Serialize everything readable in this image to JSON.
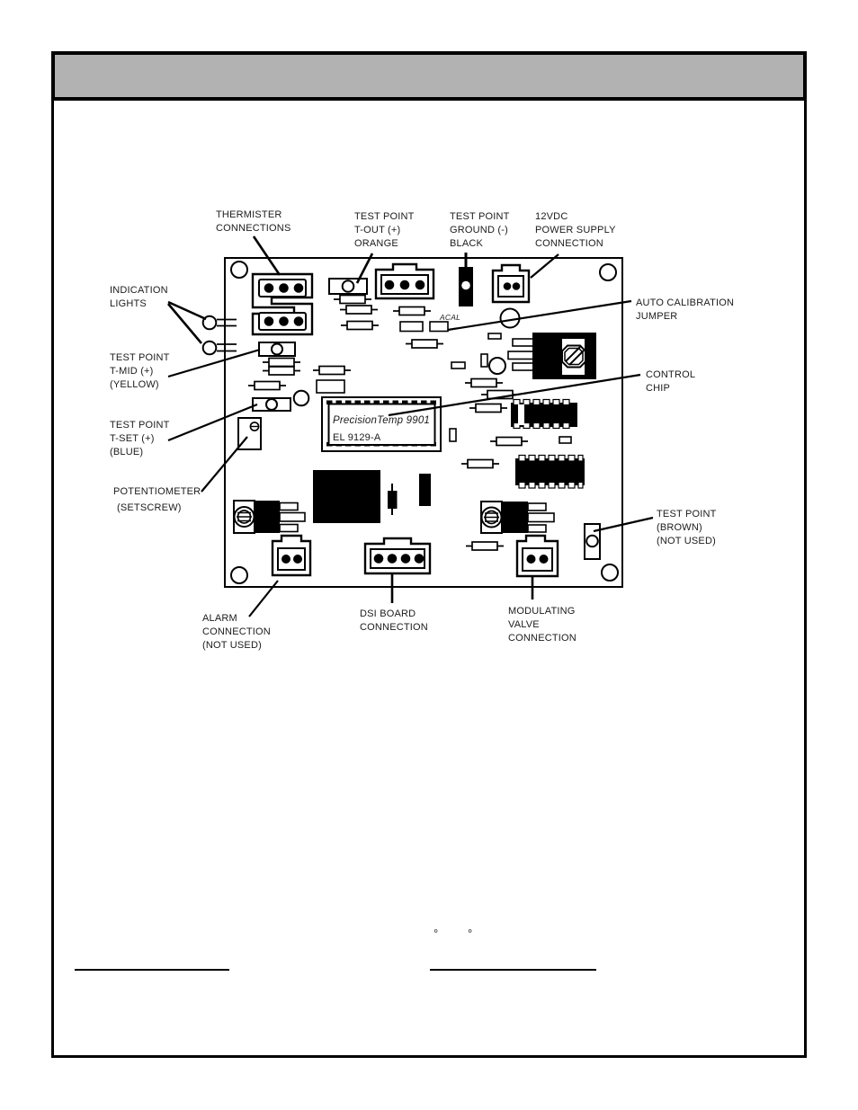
{
  "page": {
    "header": {
      "title": ""
    },
    "colors": {
      "header_bar": "#b2b2b2",
      "ink": "#000000",
      "paper": "#ffffff"
    },
    "footnote": {
      "degree_left": "°",
      "degree_right": "°"
    }
  },
  "diagram": {
    "board": {
      "acal": "ACAL",
      "chip_name": "PrecisionTemp 9901",
      "chip_part": "EL 9129-A"
    },
    "labels": {
      "thermister": [
        "THERMISTER",
        "CONNECTIONS"
      ],
      "test_point_tout": [
        "TEST POINT",
        "T-OUT (+)",
        "ORANGE"
      ],
      "test_point_ground": [
        "TEST POINT",
        "GROUND (-)",
        "BLACK"
      ],
      "power_12vdc": [
        "12VDC",
        "POWER SUPPLY",
        "CONNECTION"
      ],
      "indication_lights": [
        "INDICATION",
        "LIGHTS"
      ],
      "auto_calibration": [
        "AUTO CALIBRATION",
        "JUMPER"
      ],
      "test_point_tmid": [
        "TEST POINT",
        "T-MID (+)",
        "(YELLOW)"
      ],
      "control_chip": [
        "CONTROL",
        "CHIP"
      ],
      "test_point_tset": [
        "TEST POINT",
        "T-SET (+)",
        "(BLUE)"
      ],
      "potentiometer": [
        "POTENTIOMETER",
        "(SETSCREW)"
      ],
      "test_point_brown": [
        "TEST POINT",
        "(BROWN)",
        "(NOT USED)"
      ],
      "alarm": [
        "ALARM",
        "CONNECTION",
        "(NOT USED)"
      ],
      "dsi": [
        "DSI BOARD",
        "CONNECTION"
      ],
      "mod_valve": [
        "MODULATING",
        "VALVE",
        "CONNECTION"
      ]
    }
  }
}
